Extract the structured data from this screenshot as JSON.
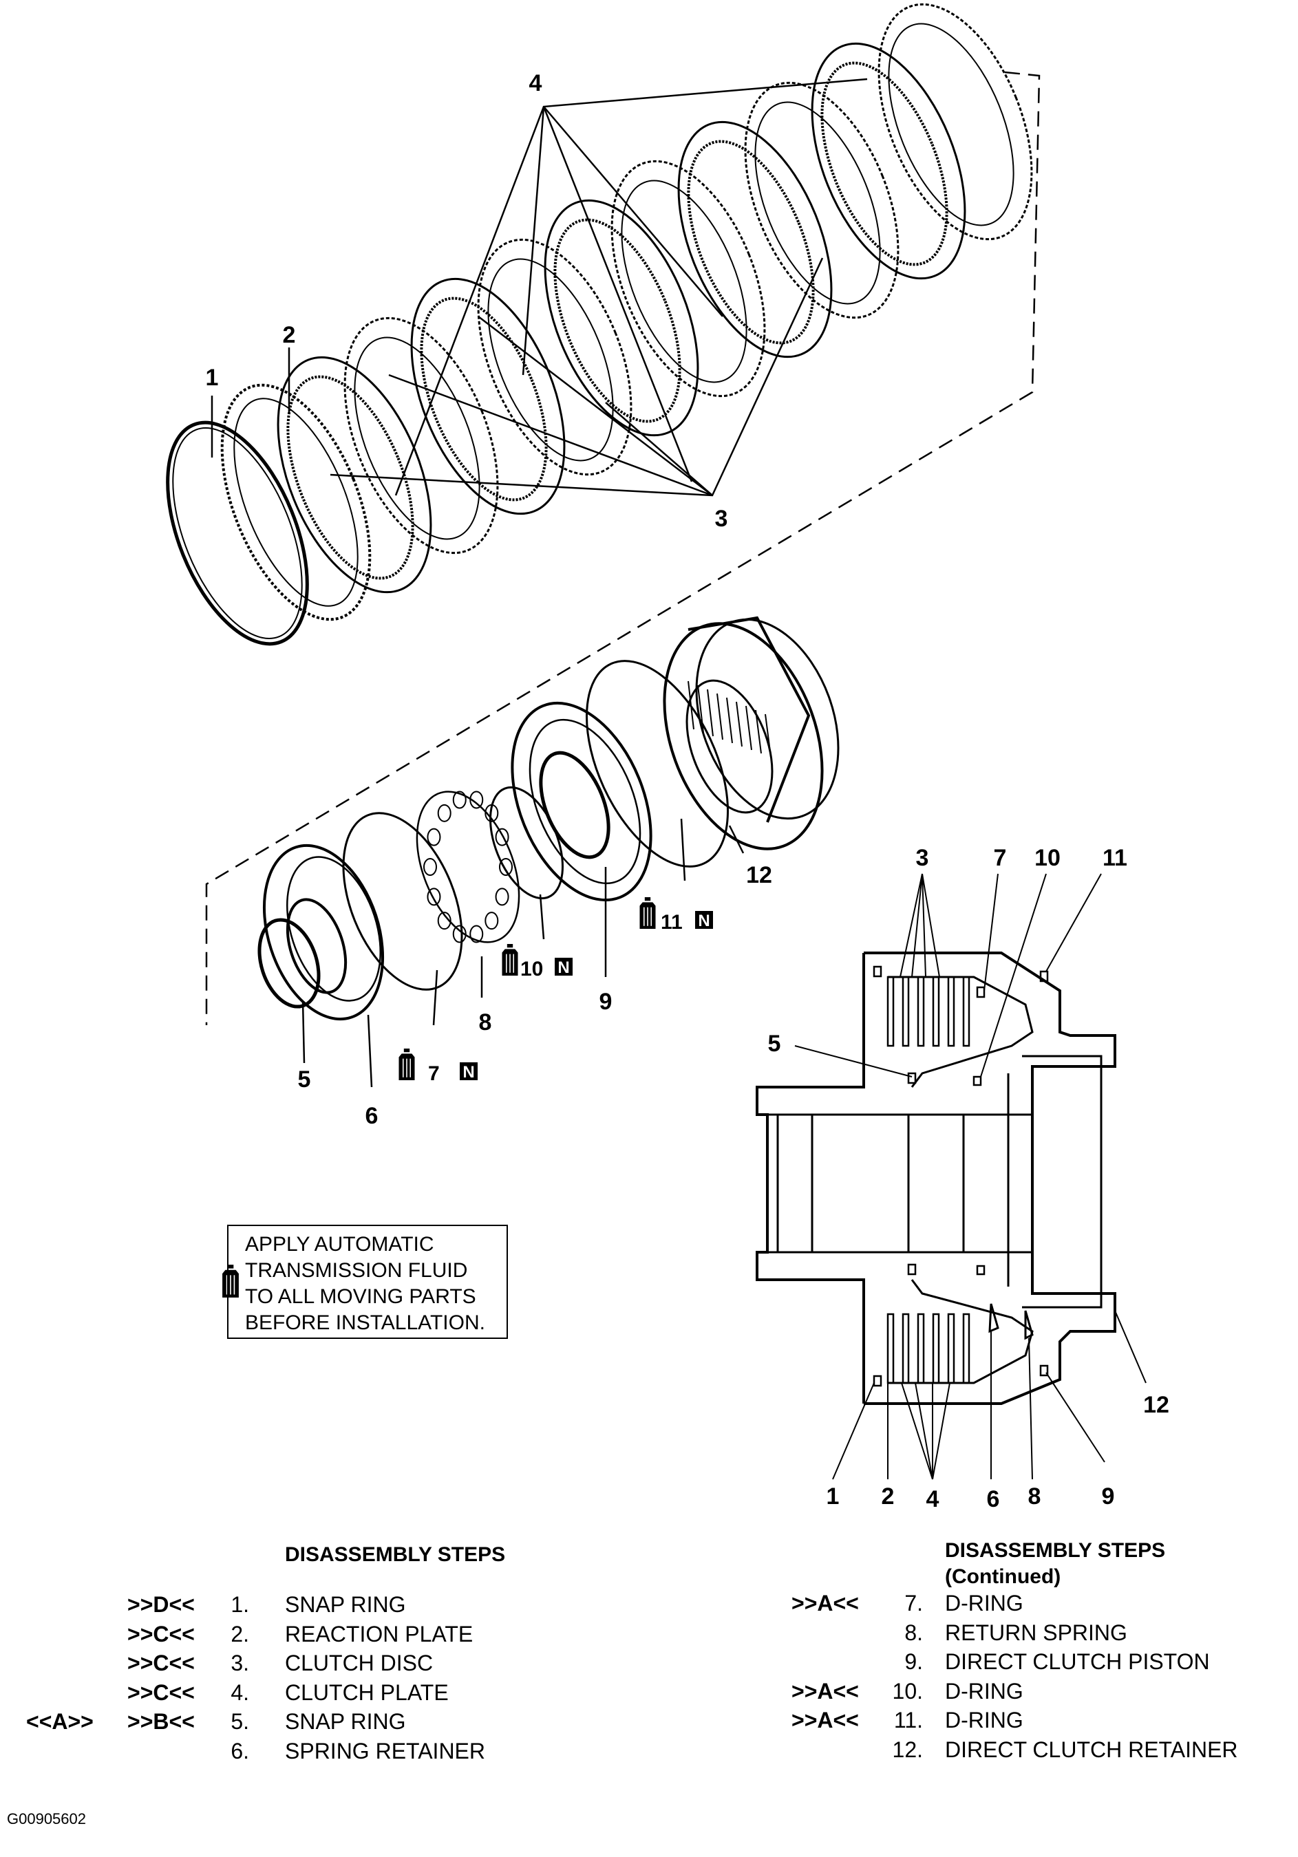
{
  "callouts": {
    "upper": [
      "1",
      "2",
      "3",
      "4"
    ],
    "lower": [
      "5",
      "6",
      "7",
      "8",
      "9",
      "10",
      "11",
      "12"
    ],
    "section": [
      "3",
      "7",
      "10",
      "11",
      "5",
      "12",
      "1",
      "2",
      "4",
      "6",
      "8",
      "9"
    ]
  },
  "badges": [
    {
      "num": "7",
      "mark": "N"
    },
    {
      "num": "10",
      "mark": "N"
    },
    {
      "num": "11",
      "mark": "N"
    }
  ],
  "note": {
    "icon": "oil-can-icon",
    "lines": [
      "APPLY AUTOMATIC",
      "TRANSMISSION FLUID",
      "TO ALL MOVING PARTS",
      "BEFORE INSTALLATION."
    ]
  },
  "steps_left": {
    "heading": "DISASSEMBLY STEPS",
    "items": [
      {
        "pre": "",
        "mark": ">>D<<",
        "num": "1.",
        "name": "SNAP RING"
      },
      {
        "pre": "",
        "mark": ">>C<<",
        "num": "2.",
        "name": "REACTION PLATE"
      },
      {
        "pre": "",
        "mark": ">>C<<",
        "num": "3.",
        "name": "CLUTCH DISC"
      },
      {
        "pre": "",
        "mark": ">>C<<",
        "num": "4.",
        "name": "CLUTCH PLATE"
      },
      {
        "pre": "<<A>>",
        "mark": ">>B<<",
        "num": "5.",
        "name": "SNAP RING"
      },
      {
        "pre": "",
        "mark": "",
        "num": "6.",
        "name": "SPRING RETAINER"
      }
    ]
  },
  "steps_right": {
    "heading": "DISASSEMBLY STEPS",
    "subheading": "(Continued)",
    "items": [
      {
        "mark": ">>A<<",
        "num": "7.",
        "name": "D-RING"
      },
      {
        "mark": "",
        "num": "8.",
        "name": "RETURN SPRING"
      },
      {
        "mark": "",
        "num": "9.",
        "name": "DIRECT CLUTCH PISTON"
      },
      {
        "mark": ">>A<<",
        "num": "10.",
        "name": "D-RING"
      },
      {
        "mark": ">>A<<",
        "num": "11.",
        "name": "D-RING"
      },
      {
        "mark": "",
        "num": "12.",
        "name": "DIRECT CLUTCH RETAINER"
      }
    ]
  },
  "figure_code": "G00905602"
}
